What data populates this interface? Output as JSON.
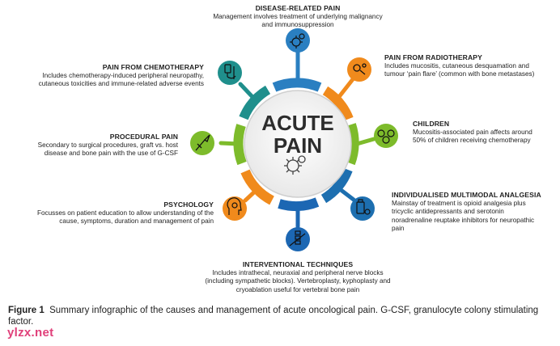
{
  "center": {
    "line1": "ACUTE",
    "line2": "PAIN"
  },
  "nodes": {
    "disease": {
      "title": "DISEASE-RELATED PAIN",
      "desc": [
        "Management involves treatment of underlying malignancy",
        "and immunosuppression"
      ],
      "color": "#2a7fc1"
    },
    "radiotherapy": {
      "title": "PAIN FROM RADIOTHERAPY",
      "desc": [
        "Includes mucositis, cutaneous desquamation and",
        "tumour ‘pain flare’ (common with bone metastases)"
      ],
      "color": "#f08a1c"
    },
    "children": {
      "title": "CHILDREN",
      "desc": [
        "Mucositis-associated pain affects around",
        "50% of children receiving chemotherapy"
      ],
      "color": "#7dbb2b"
    },
    "multimodal": {
      "title": "INDIVIDUALISED MULTIMODAL ANALGESIA",
      "desc": [
        "Mainstay of treatment is opioid analgesia plus",
        "tricyclic antidepressants and serotonin",
        "noradrenaline reuptake inhibitors for neuropathic",
        "pain"
      ],
      "color": "#1d6fb0"
    },
    "interventional": {
      "title": "INTERVENTIONAL TECHNIQUES",
      "desc": [
        "Includes intrathecal, neuraxial and peripheral nerve blocks",
        "(including sympathetic blocks). Vertebroplasty, kyphoplasty and",
        "cryoablation useful for vertebral bone pain"
      ],
      "color": "#1c67b3"
    },
    "psychology": {
      "title": "PSYCHOLOGY",
      "desc": [
        "Focusses on patient education to allow understanding of the",
        "cause, symptoms, duration and management of pain"
      ],
      "color": "#f08a1c"
    },
    "procedural": {
      "title": "PROCEDURAL PAIN",
      "desc": [
        "Secondary to surgical procedures, graft vs. host",
        "disease and bone pain with the use of G-CSF"
      ],
      "color": "#7dbb2b"
    },
    "chemotherapy": {
      "title": "PAIN FROM CHEMOTHERAPY",
      "desc": [
        "Includes chemotherapy-induced peripheral neuropathy,",
        "cutaneous toxicities and immune-related adverse events"
      ],
      "color": "#1f8f8c"
    }
  },
  "caption": {
    "label": "Figure 1",
    "text": "Summary infographic of the causes and management of acute oncological pain. G-CSF, granulocyte colony stimulating factor."
  },
  "watermark": "ylzx.net"
}
